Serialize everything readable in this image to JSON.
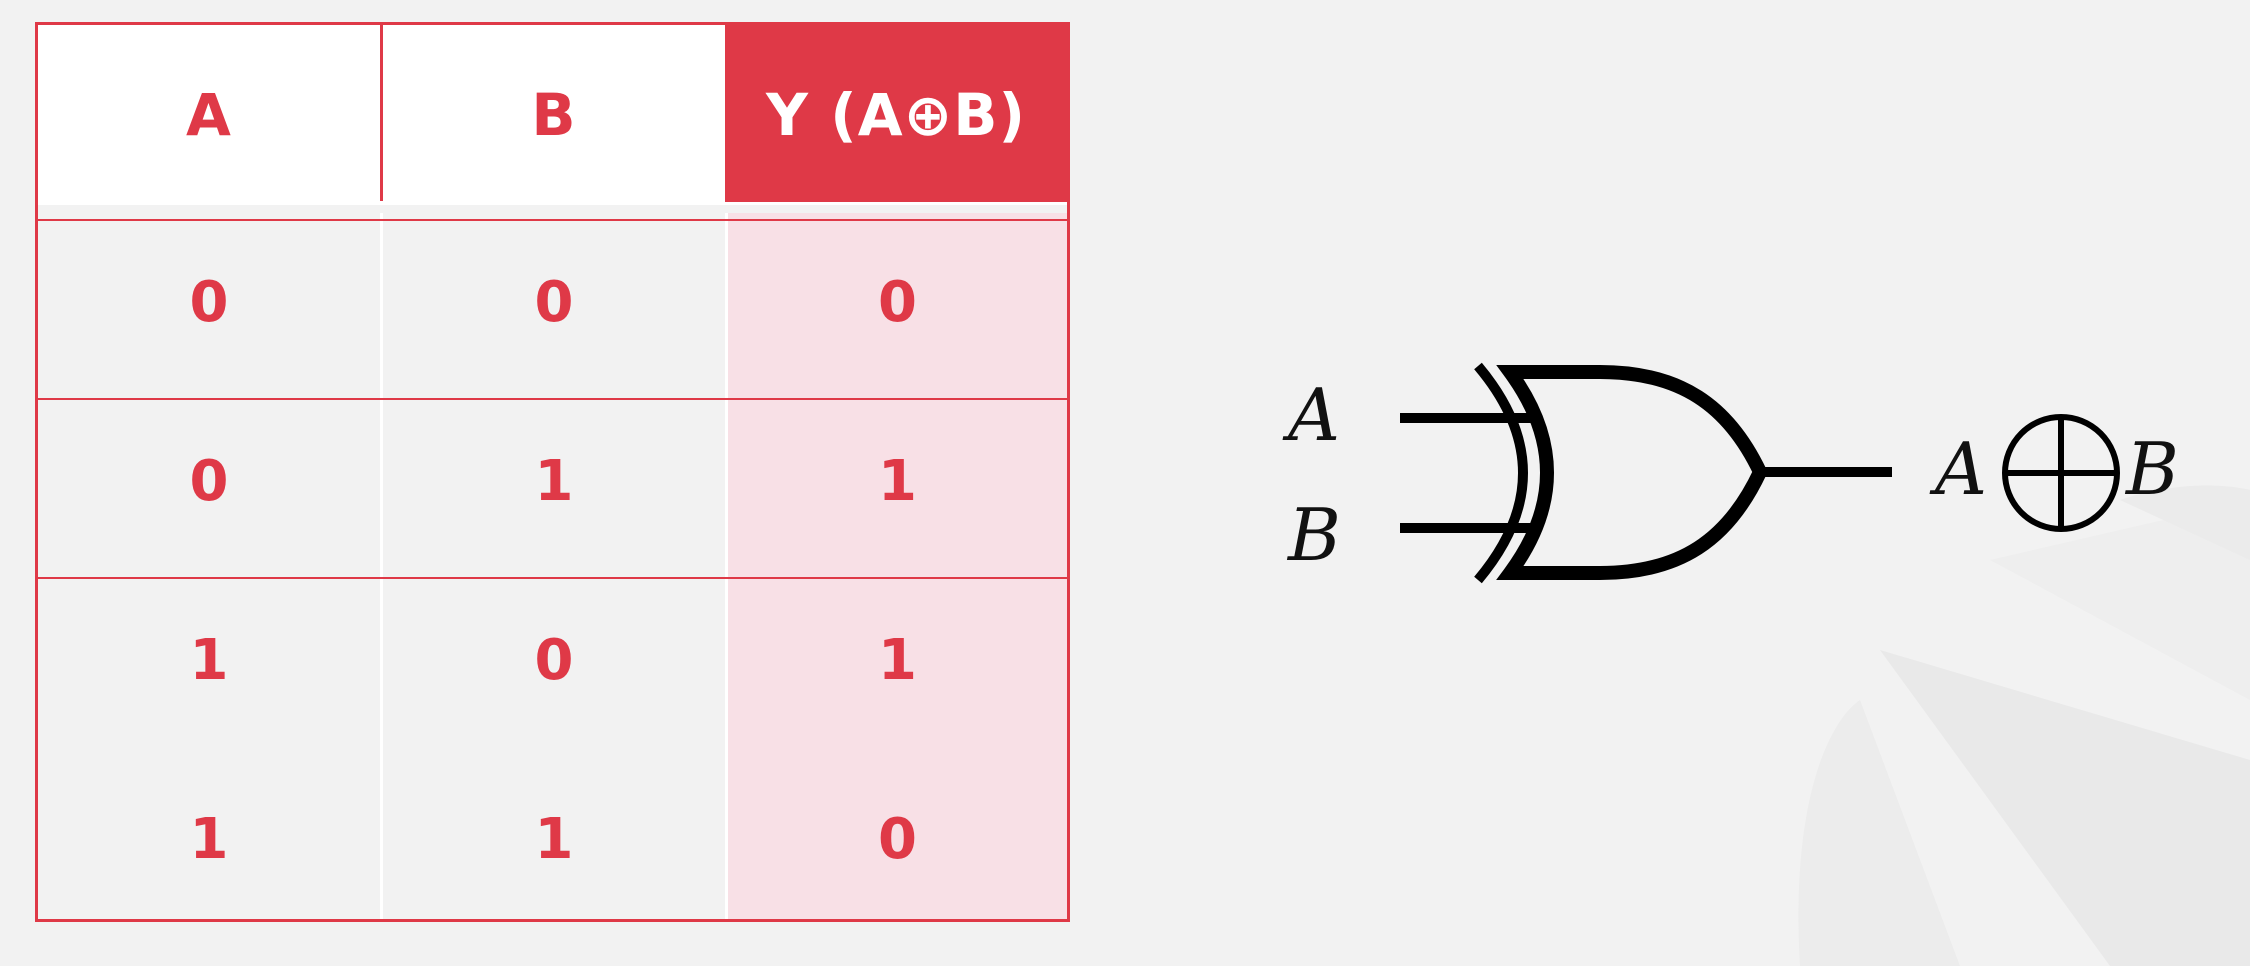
{
  "truth_table": {
    "headers": {
      "a": "A",
      "b": "B",
      "y": "Y (A⊕B)"
    },
    "rows": [
      {
        "a": "0",
        "b": "0",
        "y": "0"
      },
      {
        "a": "0",
        "b": "1",
        "y": "1"
      },
      {
        "a": "1",
        "b": "0",
        "y": "1"
      },
      {
        "a": "1",
        "b": "1",
        "y": "0"
      }
    ]
  },
  "gate": {
    "input_a": "A",
    "input_b": "B",
    "output_left": "A",
    "output_right": "B"
  },
  "colors": {
    "accent": "#df3947",
    "highlight_band": "#f8e0e6",
    "background": "#f2f2f2"
  }
}
